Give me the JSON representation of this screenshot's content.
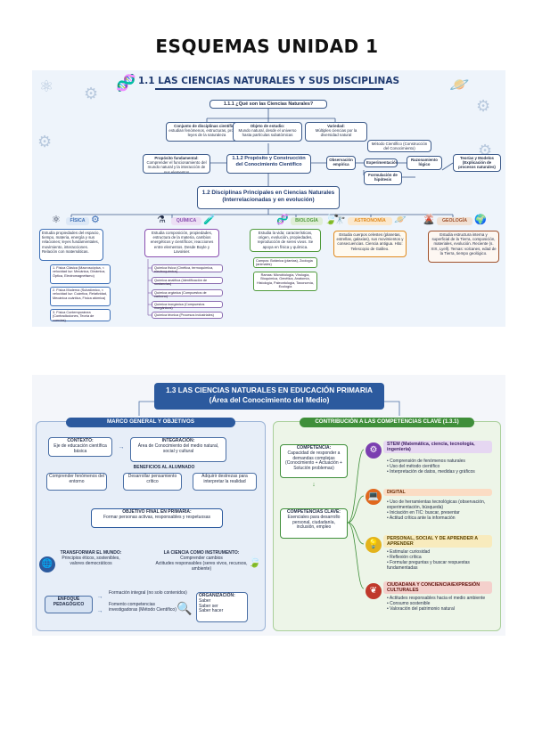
{
  "page": {
    "title": "ESQUEMAS UNIDAD 1"
  },
  "diagram1": {
    "title": "1.1 LAS CIENCIAS NATURALES Y SUS DISCIPLINAS",
    "q_box": "1.1.1 ¿Qué son las Ciencias Naturales?",
    "conjunto": {
      "label": "Conjunto de disciplinas científicas:",
      "text": "estudian fenómenos, estructuras, procesos, leyes de la naturaleza"
    },
    "objeto": {
      "label": "Objeto de estudio:",
      "text": "Mundo natural, desde el universo hasta partículas subatómicas"
    },
    "variedad": {
      "label": "Variedad:",
      "text": "Múltiples ciencias por la diversidad natural"
    },
    "proposito": {
      "label": "Propósito fundamental:",
      "text": "Comprender el funcionamiento del mundo natural y la interacción de sus elementos"
    },
    "box_112": "1.1.2 Propósito y Construcción del Conocimiento Científico",
    "metodo": "Método Científico (Construcción del Conocimiento)",
    "observacion": "Observación empírica",
    "experimentacion": "Experimentación",
    "formulacion": "Formulación de hipótesis",
    "razonamiento": "Razonamiento lógico",
    "teorias": "Teorías y Modelos (Explicación de procesos naturales)",
    "box_12": "1.2 Disciplinas Principales en Ciencias Naturales (Interrelacionadas y en evolución)",
    "fisica": {
      "name": "FÍSICA",
      "desc": "Estudia propiedades del espacio, tiempo, materia, energía y sus relaciones; leyes fundamentales, movimiento, interacciones. Relación con matemáticas.",
      "sub1": "1. Física Clásica (Macroscópica, < velocidad luz: Mecánica, Dinámica, Óptica, Electromagnetismo)",
      "sub2": "2. Física Moderna (Subatómico, ≈ velocidad luz: Cuántica, Relatividad, Mecánica cuántica, Física atómica)",
      "sub3": "3. Física Contemporánea (Contradicciones, Teoría de cuerdas)"
    },
    "quimica": {
      "name": "QUÍMICA",
      "desc": "Estudia composición, propiedades, estructura de la materia, cambios energéticos y científicos; reacciones entre elementos. Desde Boyle y Lavoisier.",
      "sub1": "Química física (Cinética, termoquímica, electroquímica)",
      "sub2": "Química analítica (Identificación de sustancias)",
      "sub3": "Química orgánica (Compuestos de carbono)",
      "sub4": "Química inorgánica (Compuestos inorgánicos)",
      "sub5": "Química técnica (Procesos industriales)"
    },
    "biologia": {
      "name": "BIOLOGÍA",
      "desc": "Estudia la vida; características, origen, evolución, propiedades, reproducción de seres vivos. Se apoya en física y química.",
      "campos": "Campos: Botánica (plantas), Zoología (animales)",
      "ramas": "Ramas: Microbiología, Virología, Bioquímica, Genética, Anatomía, Histología, Paleontología, Taxonomía, Ecología"
    },
    "astronomia": {
      "name": "ASTRONOMÍA",
      "desc": "Estudia cuerpos celestes (planetas, estrellas, galaxias), sus movimientos y consecuencias. Ciencia antigua. Hito: Telescopio de Galileo."
    },
    "geologia": {
      "name": "GEOLOGÍA",
      "desc": "Estudia estructura interna y superficial de la Tierra, composición, materiales, evolución. Reciente (s. XIX, Lyell). Temas: volcanes, edad de la Tierra, tiempo geológico."
    }
  },
  "diagram2": {
    "title_line1": "1.3 LAS CIENCIAS NATURALES EN EDUCACIÓN PRIMARIA",
    "title_line2": "(Área del Conocimiento del Medio)",
    "left_header": "MARCO GENERAL Y OBJETIVOS",
    "right_header": "CONTRIBUCIÓN A LAS COMPETENCIAS CLAVE (1.3.1)",
    "contexto": {
      "label": "CONTEXTO:",
      "text": "Eje de educación científica básica"
    },
    "integracion": {
      "label": "INTEGRACIÓN:",
      "text": "Área de Conocimiento del medio natural, social y cultural"
    },
    "beneficios": "BENEFICIOS AL ALUMNADO",
    "ben1": "Comprender fenómenos del entorno",
    "ben2": "Desarrollar pensamiento crítico",
    "ben3": "Adquirir destrezas para interpretar la realidad",
    "objetivo": {
      "label": "OBJETIVO FINAL EN PRIMARIA:",
      "text": "Formar personas activas, responsables y respetuosas"
    },
    "transformar": {
      "label": "TRANSFORMAR EL MUNDO:",
      "text": "Principios éticos, sostenibles, valores democráticos"
    },
    "instrumento": {
      "label": "LA CIENCIA COMO INSTRUMENTO:",
      "text1": "Comprender cambios",
      "text2": "Actitudes responsables (seres vivos, recursos, ambiente)"
    },
    "enfoque": "ENFOQUE PEDAGÓGICO",
    "formacion": "Formación integral (no solo contenidos)",
    "fomento": "Fomento competencias investigadoras (Método Científico)",
    "organizacion": {
      "label": "ORGANIZACIÓN:",
      "items": [
        "Saber",
        "Saber ser",
        "Saber hacer"
      ]
    },
    "competencia": {
      "label": "COMPETENCIA:",
      "text": "Capacidad de responder a demandas complejas (Conocimiento + Actuación + Solución problemas)"
    },
    "competencias_clave": {
      "label": "COMPETENCIAS CLAVE:",
      "text": "Esenciales para desarrollo personal, ciudadanía, inclusión, empleo"
    },
    "stem": {
      "title": "STEM (Matemática, ciencia, tecnología, ingeniería)",
      "items": [
        "Comprensión de fenómenos naturales",
        "Uso del método científico",
        "Interpretación de datos, medidas y gráficos"
      ]
    },
    "digital": {
      "title": "DIGITAL",
      "items": [
        "Uso de herramientas tecnológicas (observación, experimentación, búsqueda)",
        "Iniciación en TIC: buscar, presentar",
        "Actitud crítica ante la información"
      ]
    },
    "personal": {
      "title": "PERSONAL, SOCIAL Y DE APRENDER A APRENDER",
      "items": [
        "Estimular curiosidad",
        "Reflexión crítica",
        "Formular preguntas y buscar respuestas fundamentadas"
      ]
    },
    "ciudadana": {
      "title": "CIUDADANA Y CONCIENCIA/EXPRESIÓN CULTURALES",
      "items": [
        "Actitudes responsables hacia el medio ambiente",
        "Consumo sostenible",
        "Valoración del patrimonio natural"
      ]
    }
  },
  "colors": {
    "navy": "#1f3a70",
    "blue": "#2c5a9e",
    "green": "#3f8f3a",
    "fisica": "#3d6fb6",
    "quimica": "#8a4fb0",
    "biologia": "#4f9a3c",
    "astronomia": "#e08a1e",
    "geologia": "#a0522d",
    "stem": "#7b3fb0",
    "digital": "#e0681e",
    "personal": "#e3b31b",
    "ciudadana": "#c0392b"
  }
}
